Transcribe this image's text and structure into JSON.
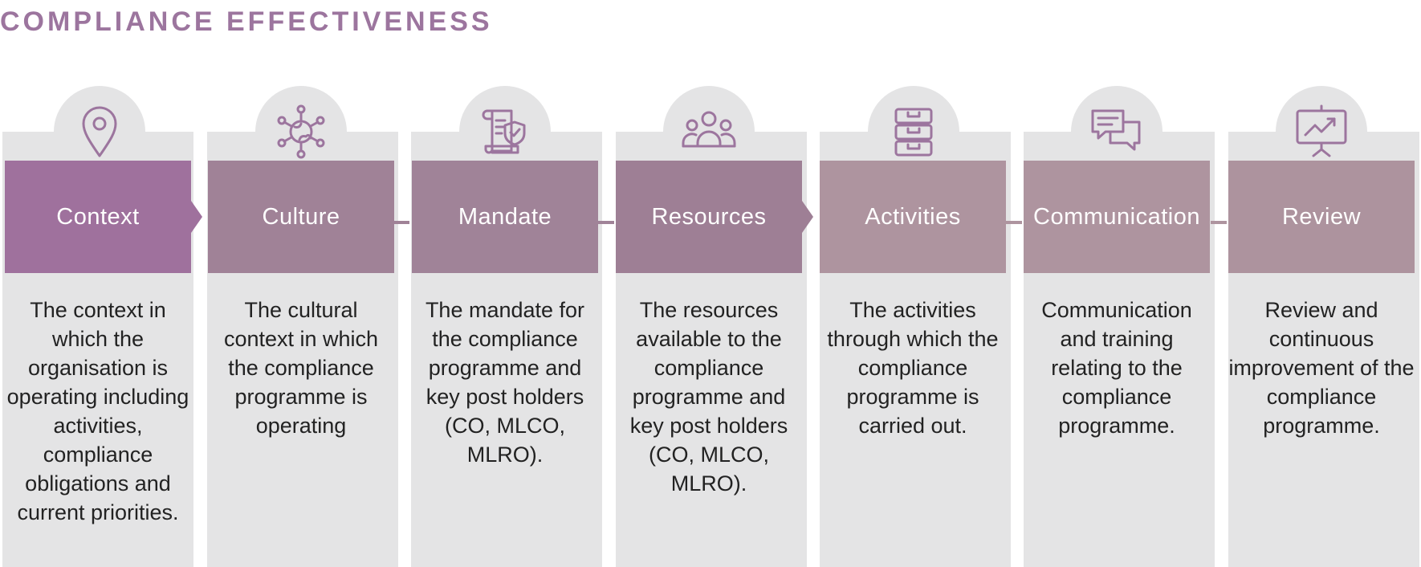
{
  "title": "COMPLIANCE EFFECTIVENESS",
  "colors": {
    "title": "#9c759e",
    "column_bg": "#e4e4e5",
    "icon_stroke": "#9c759e",
    "header_context": "#9f719d",
    "header_culture": "#a08297",
    "header_mandate": "#a08398",
    "header_resources": "#9e7f95",
    "header_activities": "#ae949f",
    "header_communication": "#ae949f",
    "header_review": "#ad939e"
  },
  "steps": [
    {
      "label": "Context",
      "icon": "location-pin-icon",
      "description": "The context in which the organisation is operating including activities, compliance obligations and current priorities."
    },
    {
      "label": "Culture",
      "icon": "globe-network-icon",
      "description": "The cultural context in which the compliance programme is operating"
    },
    {
      "label": "Mandate",
      "icon": "document-shield-icon",
      "description": "The mandate for the compliance programme and key post holders (CO, MLCO, MLRO)."
    },
    {
      "label": "Resources",
      "icon": "people-group-icon",
      "description": "The resources available to the compliance programme and key post holders (CO, MLCO, MLRO)."
    },
    {
      "label": "Activities",
      "icon": "filing-cabinet-icon",
      "description": "The activities through which the compliance programme is carried out."
    },
    {
      "label": "Communication",
      "icon": "chat-bubbles-icon",
      "description": "Communication and training relating to the compliance programme."
    },
    {
      "label": "Review",
      "icon": "presentation-chart-icon",
      "description": "Review and continuous improvement of the compliance programme."
    }
  ]
}
